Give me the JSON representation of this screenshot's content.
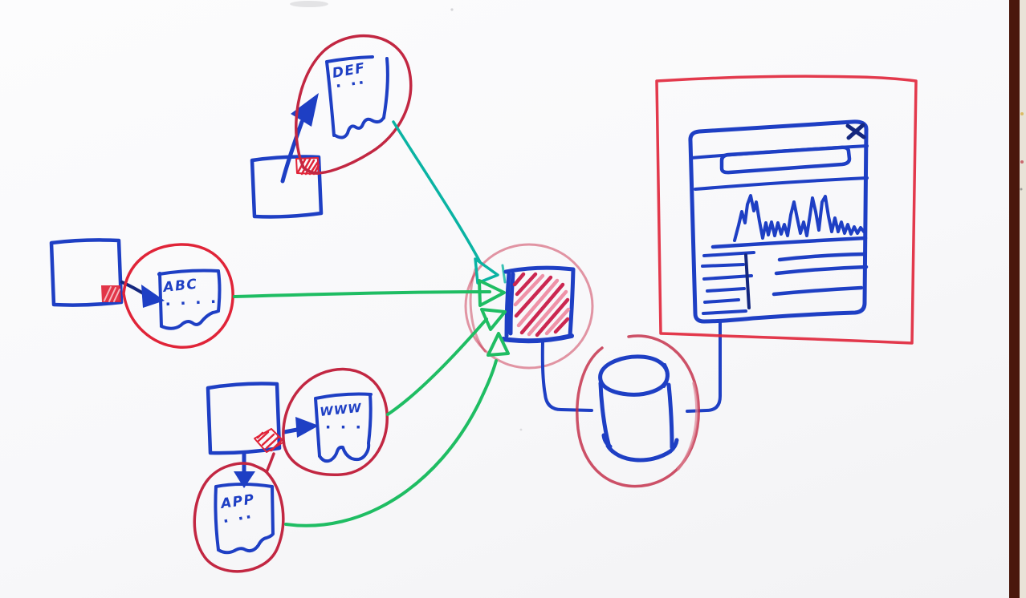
{
  "board": {
    "background_top": "#fcfcfd",
    "background_bottom": "#f2f2f4",
    "wall_strip": "#4a170c",
    "wall_edge_light": "#e9e3d8"
  },
  "ink": {
    "blue": "#1e3fc4",
    "navy": "#14277e",
    "red": "#e02438",
    "crimson": "#c22742",
    "pink": "#dd8293",
    "green": "#1fbd63",
    "teal": "#0ab3a3",
    "hatch_dark": "#cb2751",
    "hatch_light": "#ef92a8"
  },
  "nodes": {
    "def": {
      "label": "DEF",
      "dots": "· ··"
    },
    "abc": {
      "label": "ABC",
      "dots": "· · · ·"
    },
    "www": {
      "label": "WWW",
      "dots": "· · ·"
    },
    "app": {
      "label": "APP",
      "dots": "· ··"
    }
  }
}
